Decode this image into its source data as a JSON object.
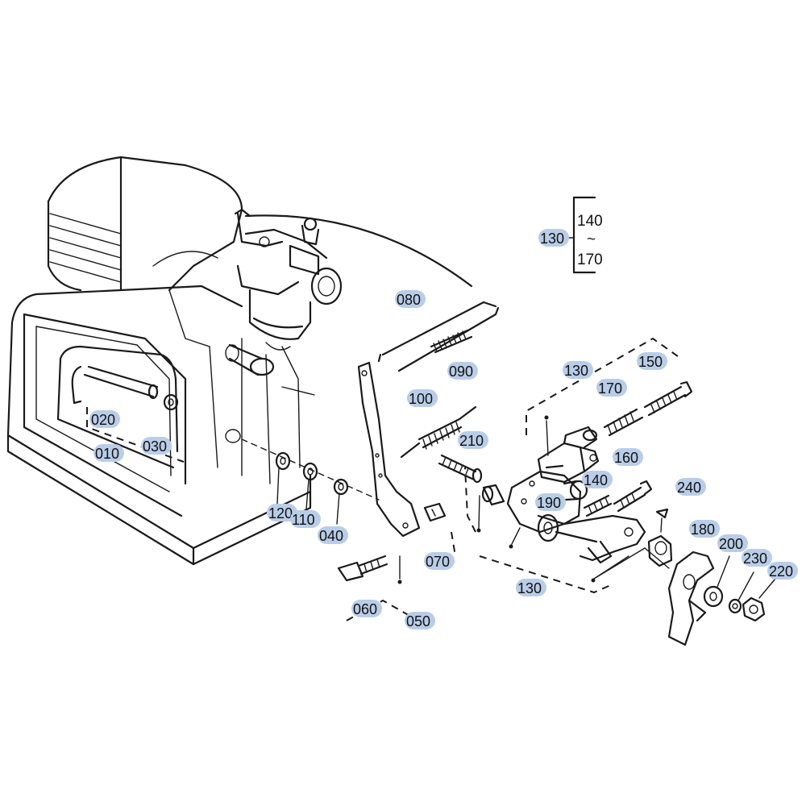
{
  "diagram": {
    "accent_color": "#b9cde8",
    "callouts": [
      {
        "id": "020",
        "text": "020"
      },
      {
        "id": "010",
        "text": "010"
      },
      {
        "id": "030",
        "text": "030"
      },
      {
        "id": "120",
        "text": "120"
      },
      {
        "id": "110",
        "text": "110"
      },
      {
        "id": "040",
        "text": "040"
      },
      {
        "id": "060",
        "text": "060"
      },
      {
        "id": "050",
        "text": "050"
      },
      {
        "id": "070",
        "text": "070"
      },
      {
        "id": "080",
        "text": "080"
      },
      {
        "id": "090",
        "text": "090"
      },
      {
        "id": "100",
        "text": "100"
      },
      {
        "id": "210",
        "text": "210"
      },
      {
        "id": "130_top",
        "text": "130"
      },
      {
        "id": "130_bottom",
        "text": "130"
      },
      {
        "id": "130_key",
        "text": "130"
      },
      {
        "id": "150",
        "text": "150"
      },
      {
        "id": "170",
        "text": "170"
      },
      {
        "id": "160",
        "text": "160"
      },
      {
        "id": "140",
        "text": "140"
      },
      {
        "id": "190",
        "text": "190"
      },
      {
        "id": "240",
        "text": "240"
      },
      {
        "id": "180",
        "text": "180"
      },
      {
        "id": "200",
        "text": "200"
      },
      {
        "id": "230",
        "text": "230"
      },
      {
        "id": "220",
        "text": "220"
      }
    ],
    "bracket_key": {
      "upper": "140",
      "middle": "~",
      "lower": "170"
    }
  }
}
